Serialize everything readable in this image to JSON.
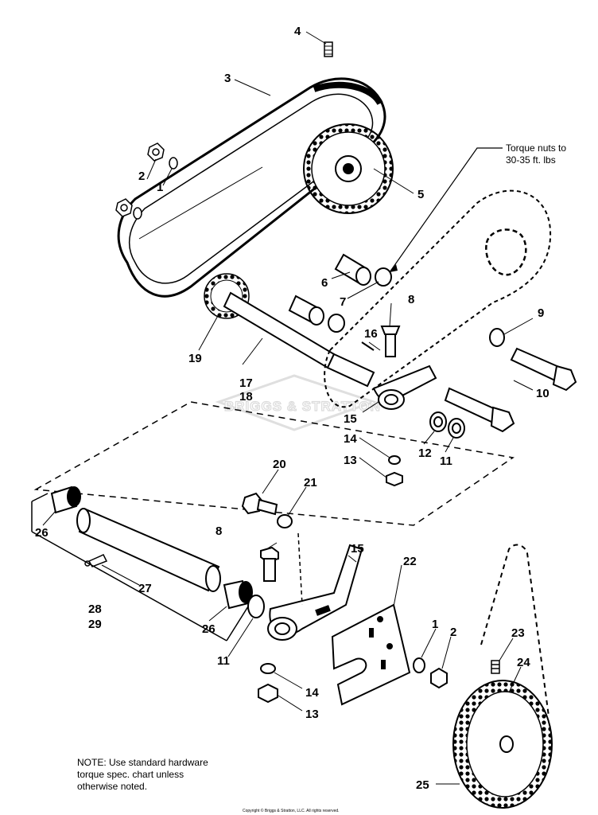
{
  "callouts": {
    "c1a": "1",
    "c1b": "1",
    "c2a": "2",
    "c2b": "2",
    "c3": "3",
    "c4": "4",
    "c5": "5",
    "c6": "6",
    "c7": "7",
    "c8a": "8",
    "c8b": "8",
    "c9": "9",
    "c10": "10",
    "c11a": "11",
    "c11b": "11",
    "c12": "12",
    "c13a": "13",
    "c13b": "13",
    "c14a": "14",
    "c14b": "14",
    "c15a": "15",
    "c15b": "15",
    "c16": "16",
    "c17": "17",
    "c18": "18",
    "c19": "19",
    "c20": "20",
    "c21": "21",
    "c22": "22",
    "c23": "23",
    "c24": "24",
    "c25": "25",
    "c26a": "26",
    "c26b": "26",
    "c27": "27",
    "c28": "28",
    "c29": "29"
  },
  "torque_note": {
    "line1": "Torque nuts to",
    "line2": "30-35 ft. lbs"
  },
  "note": {
    "line1": "NOTE: Use standard hardware",
    "line2": "torque spec. chart unless",
    "line3": "otherwise noted."
  },
  "watermark": "BRIGGS & STRATTON",
  "copyright": "Copyright © Briggs & Stratton, LLC. All rights reserved."
}
